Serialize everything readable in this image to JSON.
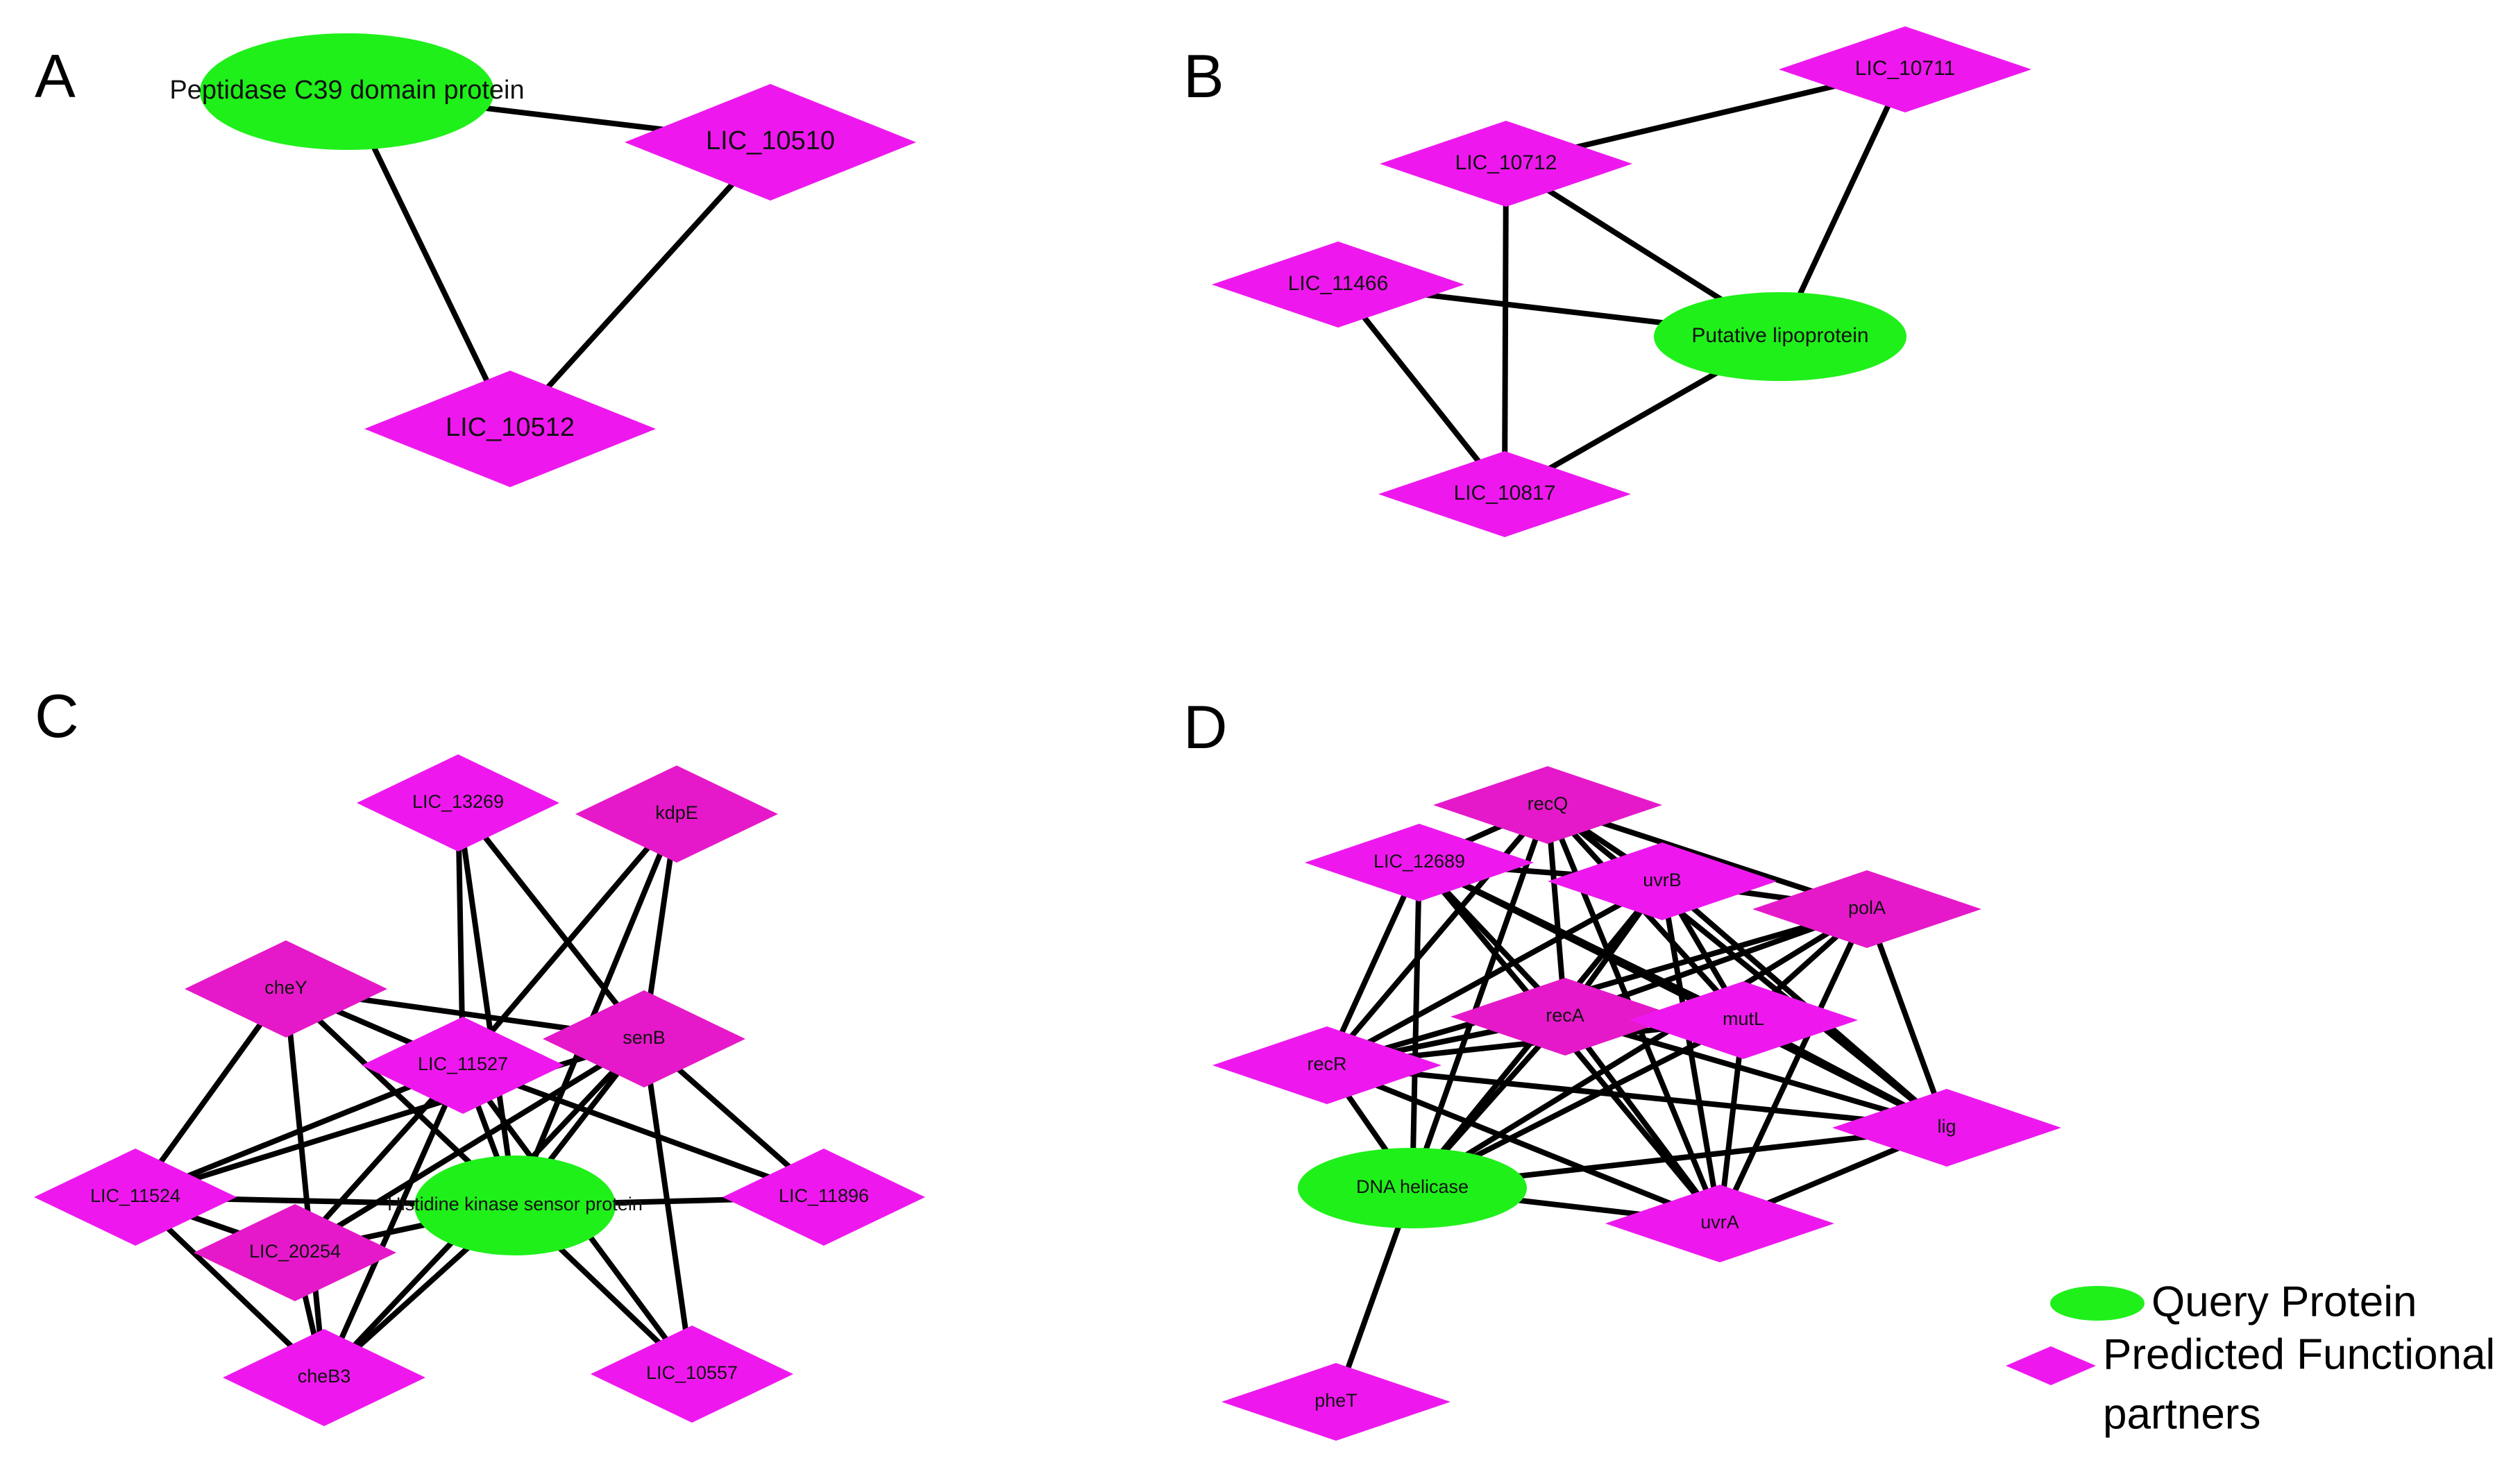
{
  "panels": [
    {
      "letter": "A",
      "nodes": [
        {
          "id": "query",
          "label": "Peptidase C39 domain protein",
          "kind": "query"
        },
        {
          "id": "LIC_10510",
          "label": "LIC_10510",
          "kind": "partner"
        },
        {
          "id": "LIC_10512",
          "label": "LIC_10512",
          "kind": "partner"
        }
      ],
      "edges": [
        [
          "query",
          "LIC_10510"
        ],
        [
          "query",
          "LIC_10512"
        ],
        [
          "LIC_10510",
          "LIC_10512"
        ]
      ]
    },
    {
      "letter": "B",
      "nodes": [
        {
          "id": "LIC_10711",
          "label": "LIC_10711",
          "kind": "partner"
        },
        {
          "id": "LIC_10712",
          "label": "LIC_10712",
          "kind": "partner"
        },
        {
          "id": "LIC_11466",
          "label": "LIC_11466",
          "kind": "partner"
        },
        {
          "id": "query",
          "label": "Putative lipoprotein",
          "kind": "query"
        },
        {
          "id": "LIC_10817",
          "label": "LIC_10817",
          "kind": "partner"
        }
      ],
      "edges": [
        [
          "LIC_10712",
          "LIC_10711"
        ],
        [
          "LIC_10711",
          "query"
        ],
        [
          "LIC_10712",
          "query"
        ],
        [
          "LIC_10712",
          "LIC_10817"
        ],
        [
          "LIC_11466",
          "query"
        ],
        [
          "LIC_11466",
          "LIC_10817"
        ],
        [
          "query",
          "LIC_10817"
        ]
      ]
    },
    {
      "letter": "C",
      "nodes": [
        {
          "id": "LIC_13269",
          "label": "LIC_13269",
          "kind": "partner"
        },
        {
          "id": "kdpE",
          "label": "kdpE",
          "kind": "partner"
        },
        {
          "id": "cheY",
          "label": "cheY",
          "kind": "partner"
        },
        {
          "id": "senB",
          "label": "senB",
          "kind": "partner"
        },
        {
          "id": "LIC_11527",
          "label": "LIC_11527",
          "kind": "partner"
        },
        {
          "id": "LIC_11524",
          "label": "LIC_11524",
          "kind": "partner"
        },
        {
          "id": "query",
          "label": "Histidine kinase sensor protein",
          "kind": "query"
        },
        {
          "id": "LIC_11896",
          "label": "LIC_11896",
          "kind": "partner"
        },
        {
          "id": "LIC_20254",
          "label": "LIC_20254",
          "kind": "partner"
        },
        {
          "id": "cheB3",
          "label": "cheB3",
          "kind": "partner"
        },
        {
          "id": "LIC_10557",
          "label": "LIC_10557",
          "kind": "partner"
        }
      ],
      "edges": [
        [
          "LIC_13269",
          "LIC_11527"
        ],
        [
          "LIC_13269",
          "senB"
        ],
        [
          "LIC_13269",
          "query"
        ],
        [
          "kdpE",
          "LIC_11527"
        ],
        [
          "kdpE",
          "senB"
        ],
        [
          "kdpE",
          "query"
        ],
        [
          "cheY",
          "LIC_11524"
        ],
        [
          "cheY",
          "cheB3"
        ],
        [
          "cheY",
          "senB"
        ],
        [
          "cheY",
          "query"
        ],
        [
          "cheY",
          "LIC_11527"
        ],
        [
          "senB",
          "LIC_11524"
        ],
        [
          "senB",
          "LIC_20254"
        ],
        [
          "senB",
          "LIC_11896"
        ],
        [
          "senB",
          "LIC_10557"
        ],
        [
          "senB",
          "query"
        ],
        [
          "senB",
          "cheB3"
        ],
        [
          "LIC_11527",
          "LIC_11524"
        ],
        [
          "LIC_11527",
          "LIC_20254"
        ],
        [
          "LIC_11527",
          "LIC_11896"
        ],
        [
          "LIC_11527",
          "LIC_10557"
        ],
        [
          "LIC_11527",
          "query"
        ],
        [
          "LIC_11527",
          "cheB3"
        ],
        [
          "LIC_11524",
          "query"
        ],
        [
          "LIC_11524",
          "cheB3"
        ],
        [
          "LIC_11524",
          "LIC_20254"
        ],
        [
          "query",
          "LIC_11896"
        ],
        [
          "query",
          "LIC_20254"
        ],
        [
          "query",
          "cheB3"
        ],
        [
          "query",
          "LIC_10557"
        ],
        [
          "LIC_20254",
          "cheB3"
        ]
      ]
    },
    {
      "letter": "D",
      "nodes": [
        {
          "id": "recQ",
          "label": "recQ",
          "kind": "partner"
        },
        {
          "id": "LIC_12689",
          "label": "LIC_12689",
          "kind": "partner"
        },
        {
          "id": "uvrB",
          "label": "uvrB",
          "kind": "partner"
        },
        {
          "id": "polA",
          "label": "polA",
          "kind": "partner"
        },
        {
          "id": "recA",
          "label": "recA",
          "kind": "partner"
        },
        {
          "id": "mutL",
          "label": "mutL",
          "kind": "partner"
        },
        {
          "id": "recR",
          "label": "recR",
          "kind": "partner"
        },
        {
          "id": "lig",
          "label": "lig",
          "kind": "partner"
        },
        {
          "id": "query",
          "label": "DNA helicase",
          "kind": "query"
        },
        {
          "id": "uvrA",
          "label": "uvrA",
          "kind": "partner"
        },
        {
          "id": "pheT",
          "label": "pheT",
          "kind": "partner"
        }
      ],
      "edges": [
        [
          "recQ",
          "LIC_12689"
        ],
        [
          "recQ",
          "uvrB"
        ],
        [
          "recQ",
          "polA"
        ],
        [
          "recQ",
          "recA"
        ],
        [
          "recQ",
          "mutL"
        ],
        [
          "recQ",
          "recR"
        ],
        [
          "recQ",
          "query"
        ],
        [
          "recQ",
          "uvrA"
        ],
        [
          "recQ",
          "lig"
        ],
        [
          "LIC_12689",
          "uvrB"
        ],
        [
          "LIC_12689",
          "recA"
        ],
        [
          "LIC_12689",
          "mutL"
        ],
        [
          "LIC_12689",
          "recR"
        ],
        [
          "LIC_12689",
          "query"
        ],
        [
          "LIC_12689",
          "uvrA"
        ],
        [
          "LIC_12689",
          "lig"
        ],
        [
          "uvrB",
          "polA"
        ],
        [
          "uvrB",
          "recA"
        ],
        [
          "uvrB",
          "mutL"
        ],
        [
          "uvrB",
          "recR"
        ],
        [
          "uvrB",
          "query"
        ],
        [
          "uvrB",
          "uvrA"
        ],
        [
          "uvrB",
          "lig"
        ],
        [
          "polA",
          "recA"
        ],
        [
          "polA",
          "mutL"
        ],
        [
          "polA",
          "recR"
        ],
        [
          "polA",
          "query"
        ],
        [
          "polA",
          "uvrA"
        ],
        [
          "polA",
          "lig"
        ],
        [
          "recA",
          "mutL"
        ],
        [
          "recA",
          "recR"
        ],
        [
          "recA",
          "query"
        ],
        [
          "recA",
          "uvrA"
        ],
        [
          "recA",
          "lig"
        ],
        [
          "mutL",
          "recR"
        ],
        [
          "mutL",
          "query"
        ],
        [
          "mutL",
          "uvrA"
        ],
        [
          "mutL",
          "lig"
        ],
        [
          "recR",
          "query"
        ],
        [
          "recR",
          "uvrA"
        ],
        [
          "recR",
          "lig"
        ],
        [
          "lig",
          "query"
        ],
        [
          "lig",
          "uvrA"
        ],
        [
          "query",
          "uvrA"
        ],
        [
          "query",
          "pheT"
        ]
      ]
    }
  ],
  "legend": {
    "query_label": "Query Protein",
    "partner_label_line1": "Predicted Functional",
    "partner_label_line2": "partners"
  },
  "colors": {
    "query": "#1ff01a",
    "partner": "#ee18ee",
    "partner_dark": "#e519c9",
    "edge": "#000000"
  }
}
